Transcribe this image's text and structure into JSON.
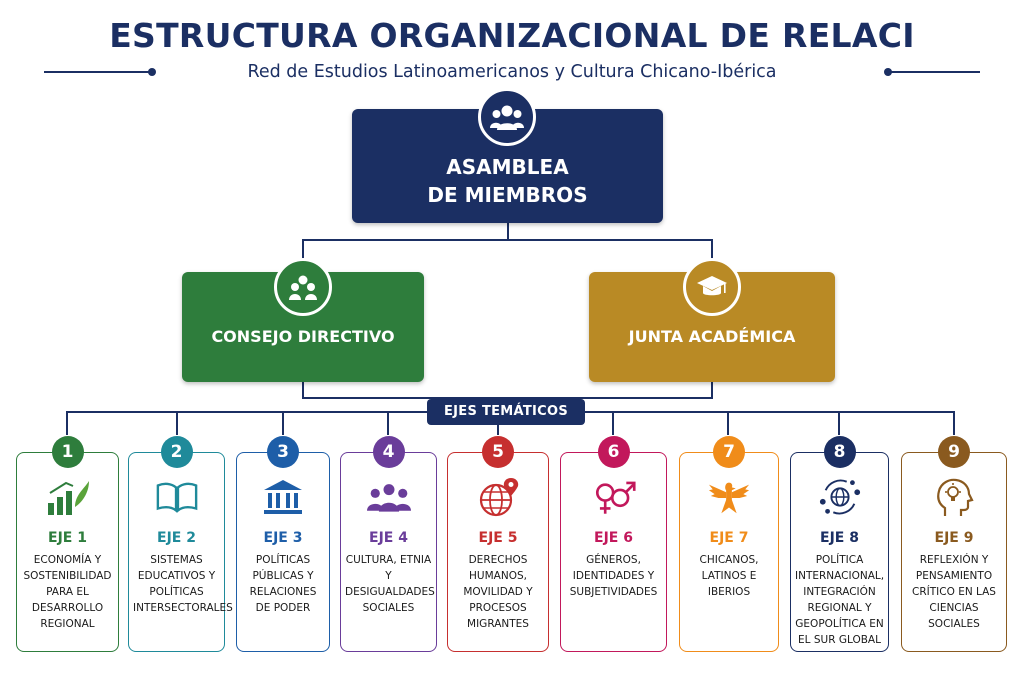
{
  "header": {
    "title": "ESTRUCTURA ORGANIZACIONAL DE RELACI",
    "subtitle": "Red de Estudios Latinoamericanos y Cultura Chicano-Ibérica"
  },
  "asamblea": {
    "line1": "ASAMBLEA",
    "line2": "DE MIEMBROS",
    "icon": "people-group-icon",
    "color": "#1b2f63"
  },
  "consejo": {
    "label": "CONSEJO DIRECTIVO",
    "icon": "council-people-icon",
    "color": "#2e7d3c"
  },
  "junta": {
    "label": "JUNTA ACADÉMICA",
    "icon": "graduation-cap-icon",
    "color": "#b98a25"
  },
  "ejes_label": "EJES TEMÁTICOS",
  "ejes": [
    {
      "num": "1",
      "title": "EJE 1",
      "desc": "Economía y sostenibilidad para el desarrollo regional",
      "color": "#2e7d3c",
      "icon": "growth-chart-icon"
    },
    {
      "num": "2",
      "title": "EJE 2",
      "desc": "Sistemas educativos y políticas intersectorales",
      "color": "#1f8a9a",
      "icon": "open-book-icon"
    },
    {
      "num": "3",
      "title": "EJE 3",
      "desc": "Políticas públicas y relaciones de poder",
      "color": "#1e5ea8",
      "icon": "institution-building-icon"
    },
    {
      "num": "4",
      "title": "EJE 4",
      "desc": "Cultura, etnia y desigualdades sociales",
      "color": "#6a3d9a",
      "icon": "people-icon"
    },
    {
      "num": "5",
      "title": "EJE 5",
      "desc": "Derechos humanos, movilidad y procesos migrantes",
      "color": "#c62f2f",
      "icon": "globe-pin-icon"
    },
    {
      "num": "6",
      "title": "EJE 6",
      "desc": "Géneros, identidades y subjetividades",
      "color": "#c2185b",
      "icon": "gender-symbols-icon"
    },
    {
      "num": "7",
      "title": "EJE 7",
      "desc": "Chicanos, latinos e iberios",
      "color": "#f08c1a",
      "icon": "eagle-icon"
    },
    {
      "num": "8",
      "title": "EJE 8",
      "desc": "Política internacional, integración regional y geopolítica en el sur global",
      "color": "#1b2f63",
      "icon": "global-network-icon"
    },
    {
      "num": "9",
      "title": "EJE 9",
      "desc": "Reflexión y pensamiento crítico en las ciencias sociales",
      "color": "#8a5a1f",
      "icon": "head-lightbulb-icon"
    }
  ]
}
